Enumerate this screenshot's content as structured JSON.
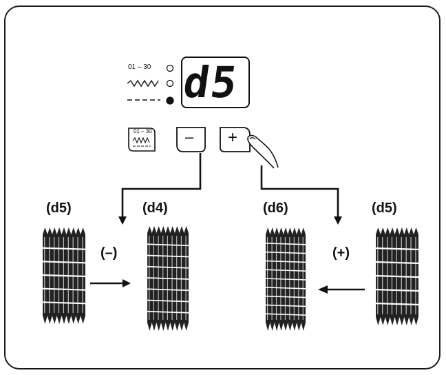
{
  "display": {
    "range_label": "01 – 30",
    "readout": "d5",
    "indicators": [
      {
        "name": "pattern-range",
        "active": false
      },
      {
        "name": "zigzag-stitch",
        "active": false
      },
      {
        "name": "straight-stitch",
        "active": true
      }
    ]
  },
  "buttons": {
    "mode_label": "01 – 30",
    "minus_label": "–",
    "plus_label": "+"
  },
  "samples": {
    "left_start": "(d5)",
    "left_result": "(d4)",
    "right_result": "(d6)",
    "right_start": "(d5)",
    "minus_op": "(–)",
    "plus_op": "(+)"
  }
}
